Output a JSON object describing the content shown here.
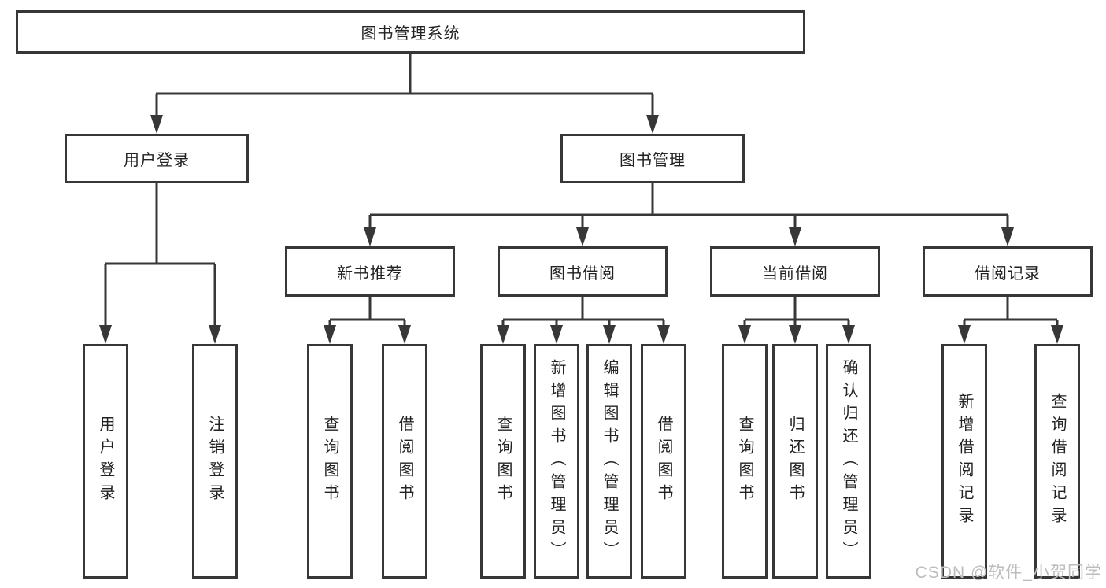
{
  "title": "图书管理系统",
  "watermark": "CSDN @软件_小贺同学",
  "colors": {
    "line": "#373737",
    "box_border": "#373737",
    "box_fill": "#ffffff",
    "text": "#222222",
    "watermark_text": "#bdbdbd",
    "background": "#ffffff"
  },
  "nodes": {
    "root": {
      "label": "图书管理系统"
    },
    "user_login": {
      "label": "用户登录",
      "children": [
        "用户登录",
        "注销登录"
      ]
    },
    "book_management": {
      "label": "图书管理"
    },
    "new_book_recommend": {
      "label": "新书推荐",
      "children": [
        "查询图书",
        "借阅图书"
      ]
    },
    "book_borrow": {
      "label": "图书借阅",
      "children": [
        "查询图书",
        "新增图书（管理员）",
        "编辑图书（管理员）",
        "借阅图书"
      ]
    },
    "current_borrow": {
      "label": "当前借阅",
      "children": [
        "查询图书",
        "归还图书",
        "确认归还（管理员）"
      ]
    },
    "borrow_records": {
      "label": "借阅记录",
      "children": [
        "新增借阅记录",
        "查询借阅记录"
      ]
    }
  }
}
